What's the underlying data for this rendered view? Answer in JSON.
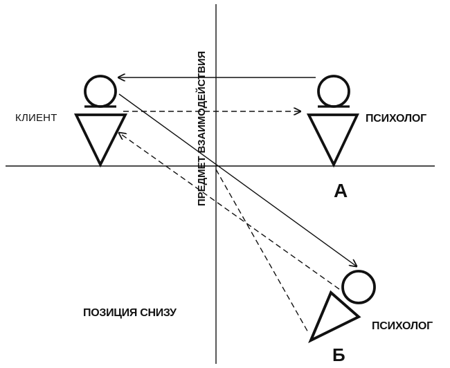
{
  "labels": {
    "vertical_axis": "ПРЕДМЕТ ВЗАИМОДЕЙСТВИЯ",
    "client": "КЛИЕНТ",
    "psychologist_a": "ПСИХОЛОГ",
    "position_a": "А",
    "bottom_position": "ПОЗИЦИЯ СНИЗУ",
    "psychologist_b": "ПСИХОЛОГ",
    "position_b": "Б"
  }
}
